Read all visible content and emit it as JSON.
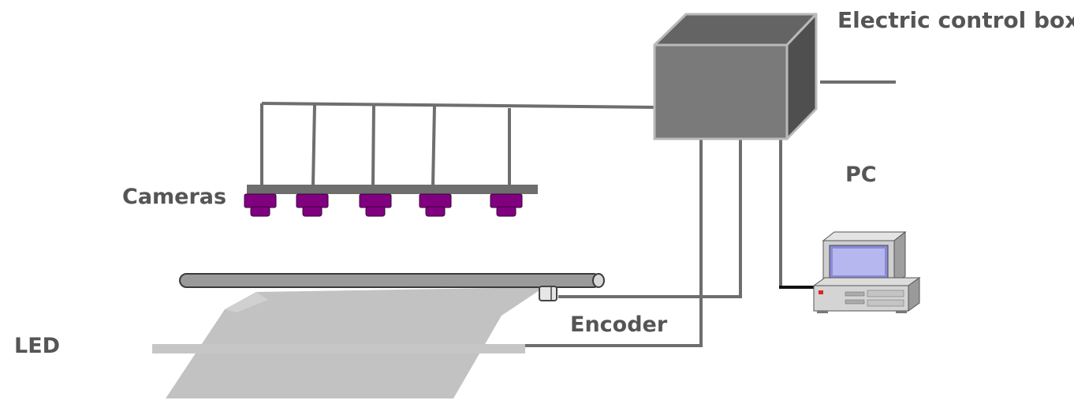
{
  "labels": {
    "control_box": "Electric control box",
    "pc": "PC",
    "cameras": "Cameras",
    "encoder": "Encoder",
    "led": "LED"
  },
  "colors": {
    "wire": "#6e6e6e",
    "box_front": "#7a7a7a",
    "box_top": "#646464",
    "box_side": "#4f4f4f",
    "box_edge": "#b9b9b9",
    "camera": "#800080",
    "camera_bar": "#6e6e6e",
    "sheet": "#c2c2c2",
    "roller_fill": "#9a9a9a",
    "label_text": "#555555"
  },
  "icons": {
    "control_box": "electric-box-icon",
    "pc": "desktop-computer-icon",
    "camera": "industrial-camera-icon",
    "encoder": "encoder-icon"
  }
}
